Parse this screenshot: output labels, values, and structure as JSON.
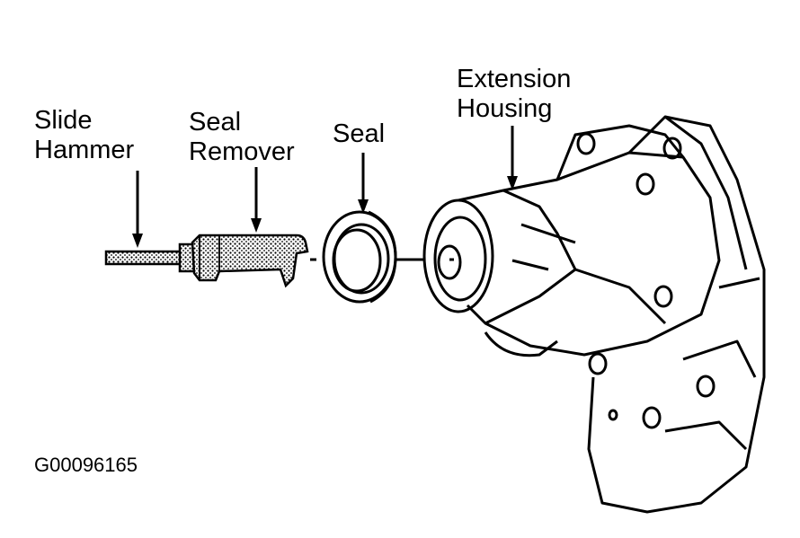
{
  "labels": {
    "slide_hammer": [
      "Slide",
      "Hammer"
    ],
    "seal_remover": [
      "Seal",
      "Remover"
    ],
    "seal": [
      "Seal"
    ],
    "extension_housing": [
      "Extension",
      "Housing"
    ]
  },
  "figure_id": "G00096165",
  "colors": {
    "ink": "#000000",
    "paper": "#ffffff"
  }
}
